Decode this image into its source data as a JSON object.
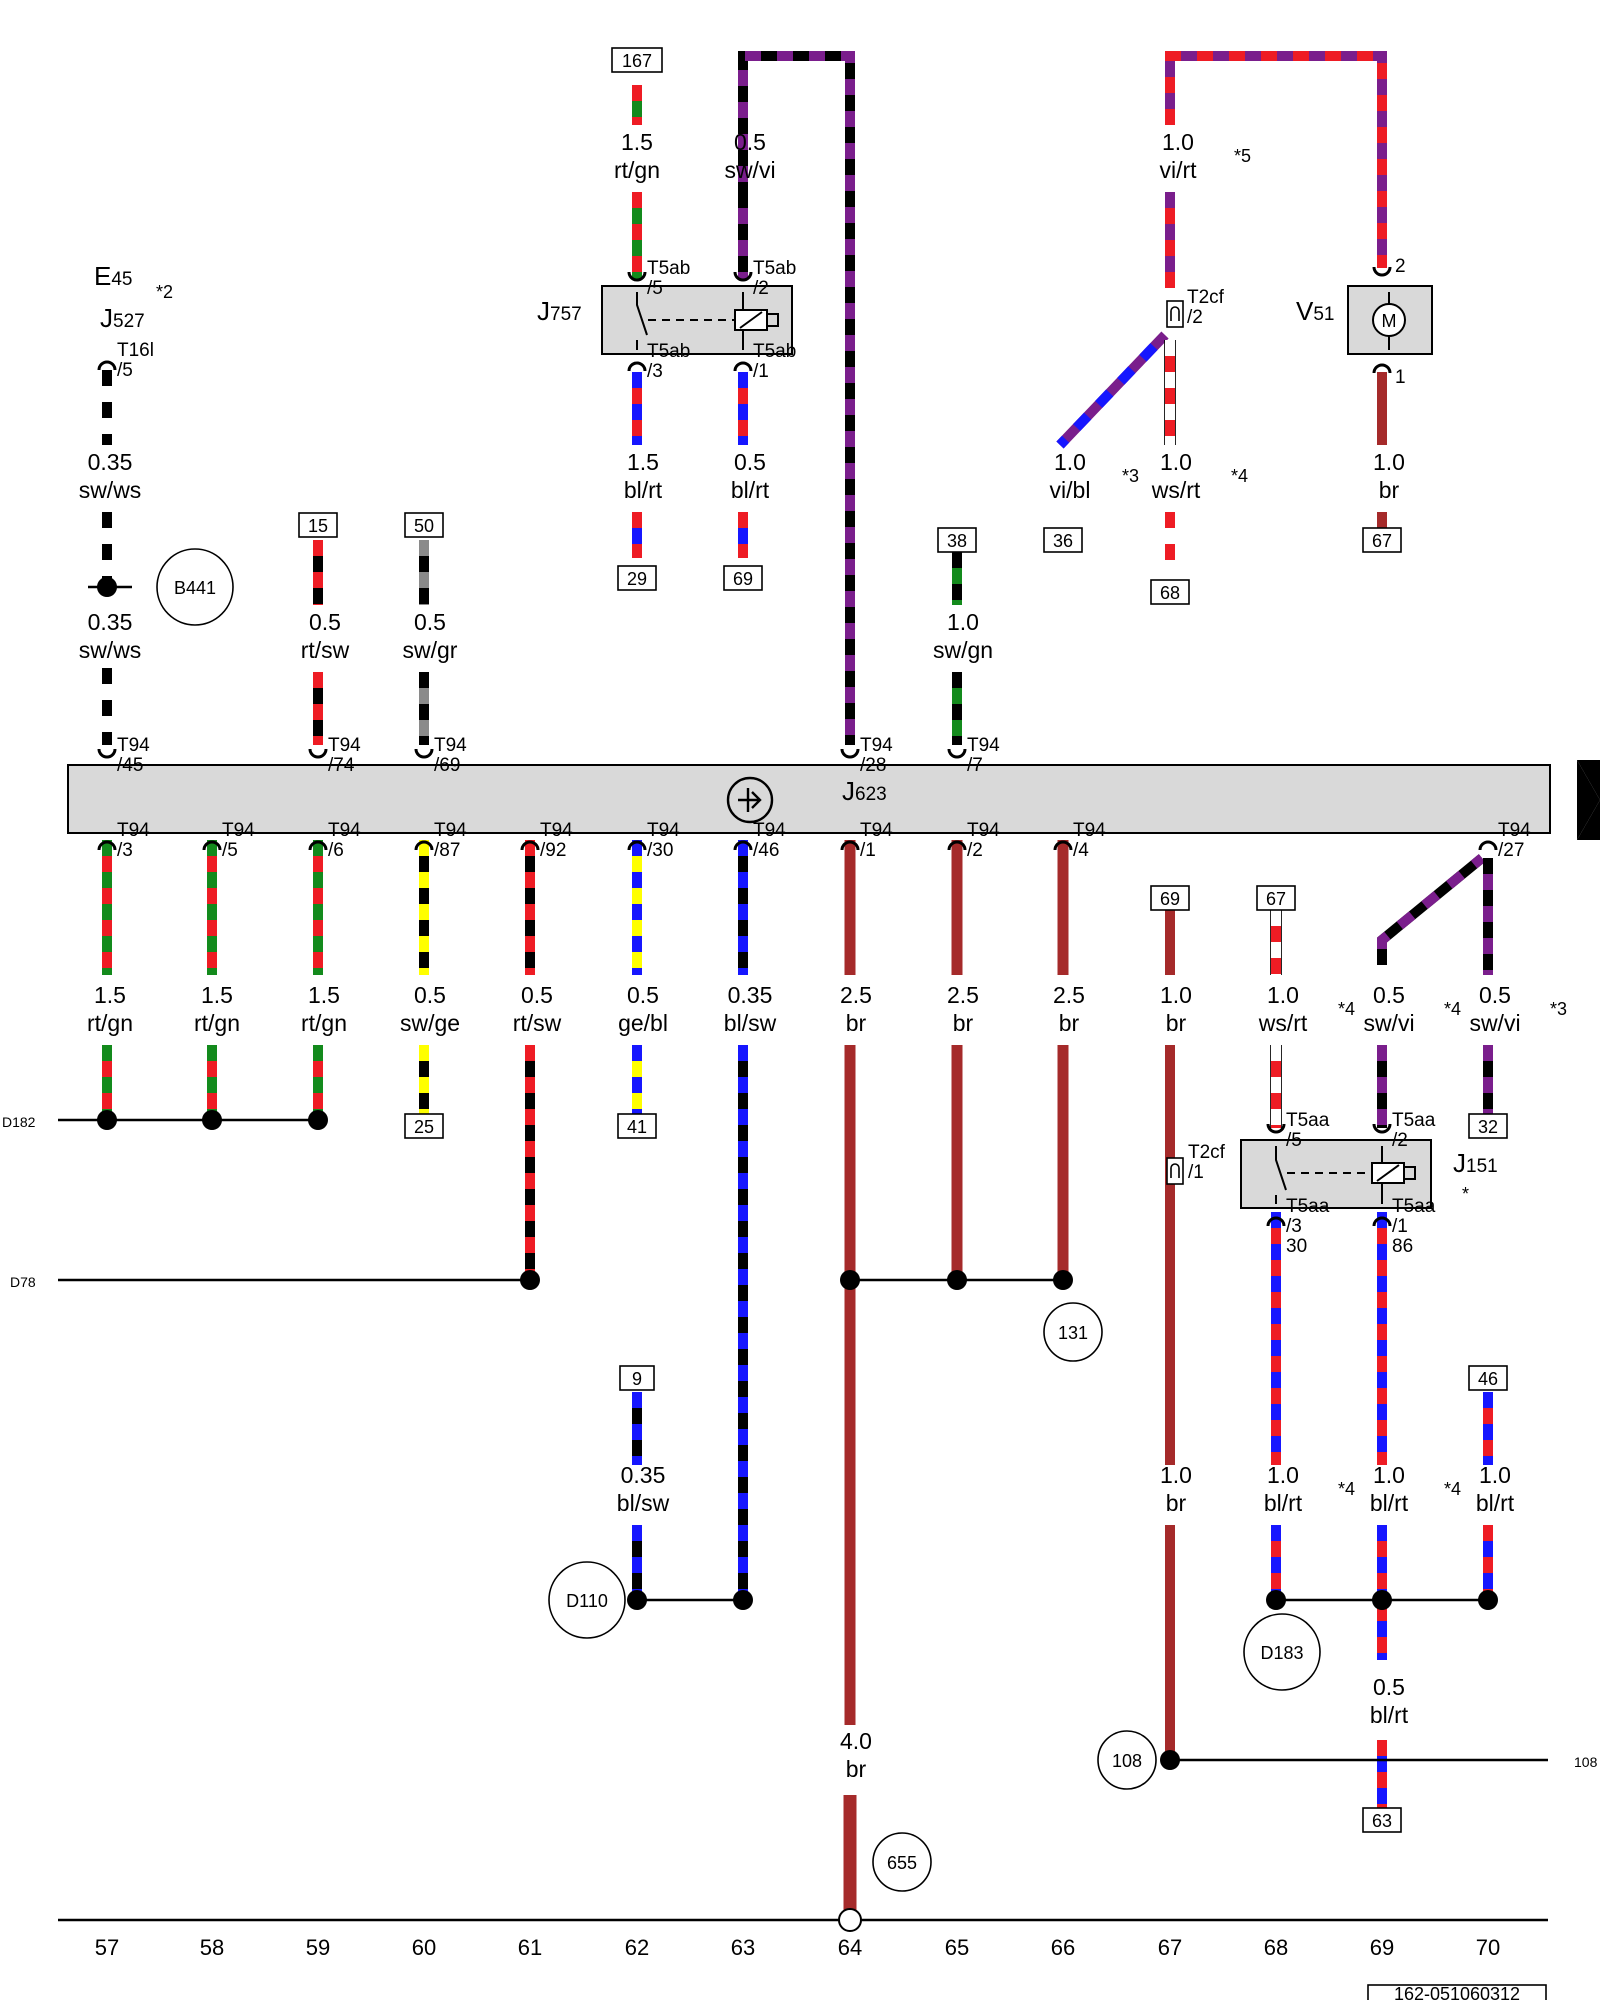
{
  "colors": {
    "rt": "#ee1c24",
    "gn": "#138a1c",
    "sw": "#000000",
    "ws": "#ffffff",
    "bl": "#1616ff",
    "vi": "#7a1e8c",
    "ge": "#ffff00",
    "gr": "#8a8a8a",
    "br": "#a52a2a",
    "box_fill": "#d9d9d9"
  },
  "components": {
    "E45": "E45",
    "J527": "J527",
    "J757": "J757",
    "V51": "V51",
    "J623": "J623",
    "J151": "J151",
    "motor_symbol": "M"
  },
  "mass_points": [
    "B441",
    "D110",
    "D183",
    "131",
    "108",
    "655"
  ],
  "connector_boxes": [
    "167",
    "15",
    "50",
    "29",
    "69",
    "38",
    "36",
    "68",
    "67",
    "69",
    "67",
    "25",
    "41",
    "32",
    "9",
    "46",
    "63"
  ],
  "connection_labels": {
    "D182": "D182",
    "D78": "D78",
    "right_108": "108"
  },
  "wires": [
    {
      "id": "w167",
      "size": "1.5",
      "color": "rt/gn"
    },
    {
      "id": "w_vi_top",
      "size": "0.5",
      "color": "sw/vi"
    },
    {
      "id": "w_vi_rt",
      "size": "1.0",
      "color": "vi/rt",
      "note": "*5"
    },
    {
      "id": "w_e45",
      "size": "0.35",
      "color": "sw/ws"
    },
    {
      "id": "w_e45b",
      "size": "0.35",
      "color": "sw/ws"
    },
    {
      "id": "w15",
      "size": "0.5",
      "color": "rt/sw"
    },
    {
      "id": "w50",
      "size": "0.5",
      "color": "sw/gr"
    },
    {
      "id": "w29",
      "size": "1.5",
      "color": "bl/rt"
    },
    {
      "id": "w69a",
      "size": "0.5",
      "color": "bl/rt"
    },
    {
      "id": "w38",
      "size": "1.0",
      "color": "sw/gn"
    },
    {
      "id": "w36",
      "size": "1.0",
      "color": "vi/bl",
      "note": "*3"
    },
    {
      "id": "w68",
      "size": "1.0",
      "color": "ws/rt",
      "note": "*4"
    },
    {
      "id": "w67a",
      "size": "1.0",
      "color": "br"
    },
    {
      "id": "b57",
      "size": "1.5",
      "color": "rt/gn"
    },
    {
      "id": "b58",
      "size": "1.5",
      "color": "rt/gn"
    },
    {
      "id": "b59",
      "size": "1.5",
      "color": "rt/gn"
    },
    {
      "id": "b60",
      "size": "0.5",
      "color": "sw/ge"
    },
    {
      "id": "b61",
      "size": "0.5",
      "color": "rt/sw"
    },
    {
      "id": "b62",
      "size": "0.5",
      "color": "ge/bl"
    },
    {
      "id": "b63",
      "size": "0.35",
      "color": "bl/sw"
    },
    {
      "id": "b64",
      "size": "2.5",
      "color": "br"
    },
    {
      "id": "b65",
      "size": "2.5",
      "color": "br"
    },
    {
      "id": "b66",
      "size": "2.5",
      "color": "br"
    },
    {
      "id": "b67",
      "size": "1.0",
      "color": "br"
    },
    {
      "id": "b68",
      "size": "1.0",
      "color": "ws/rt",
      "note": "*4"
    },
    {
      "id": "b69",
      "size": "0.5",
      "color": "sw/vi",
      "note": "*4"
    },
    {
      "id": "b70",
      "size": "0.5",
      "color": "sw/vi",
      "note": "*3"
    },
    {
      "id": "l62",
      "size": "0.35",
      "color": "bl/sw"
    },
    {
      "id": "l64",
      "size": "4.0",
      "color": "br"
    },
    {
      "id": "l67",
      "size": "1.0",
      "color": "br"
    },
    {
      "id": "l68",
      "size": "1.0",
      "color": "bl/rt",
      "note": "*4"
    },
    {
      "id": "l69",
      "size": "1.0",
      "color": "bl/rt",
      "note": "*4"
    },
    {
      "id": "l70",
      "size": "1.0",
      "color": "bl/rt"
    },
    {
      "id": "l69b",
      "size": "0.5",
      "color": "bl/rt"
    }
  ],
  "pins": {
    "t5ab5": "T5ab\n/5",
    "t5ab2": "T5ab\n/2",
    "t5ab3": "T5ab\n/3",
    "t5ab1": "T5ab\n/1",
    "t16l": "T16l\n/5",
    "t2cf2": "T2cf\n/2",
    "v51_2": "2",
    "v51_1": "1",
    "t94_45": "T94\n/45",
    "t94_74": "T94\n/74",
    "t94_69": "T94\n/69",
    "t94_28": "T94\n/28",
    "t94_7": "T94\n/7",
    "t94_3": "T94\n/3",
    "t94_5": "T94\n/5",
    "t94_6": "T94\n/6",
    "t94_87": "T94\n/87",
    "t94_92": "T94\n/92",
    "t94_30": "T94\n/30",
    "t94_46": "T94\n/46",
    "t94_1": "T94\n/1",
    "t94_2": "T94\n/2",
    "t94_4": "T94\n/4",
    "t94_27": "T94\n/27",
    "t2cf1": "T2cf\n/1",
    "t5aa5": "T5aa\n/5",
    "t5aa2": "T5aa\n/2",
    "t5aa3": "T5aa\n/3\n30",
    "t5aa1": "T5aa\n/1\n86"
  },
  "notes": {
    "e45": "*2",
    "j151": "*"
  },
  "bus_numbers": [
    "57",
    "58",
    "59",
    "60",
    "61",
    "62",
    "63",
    "64",
    "65",
    "66",
    "67",
    "68",
    "69",
    "70"
  ],
  "doc_id": "162-051060312"
}
